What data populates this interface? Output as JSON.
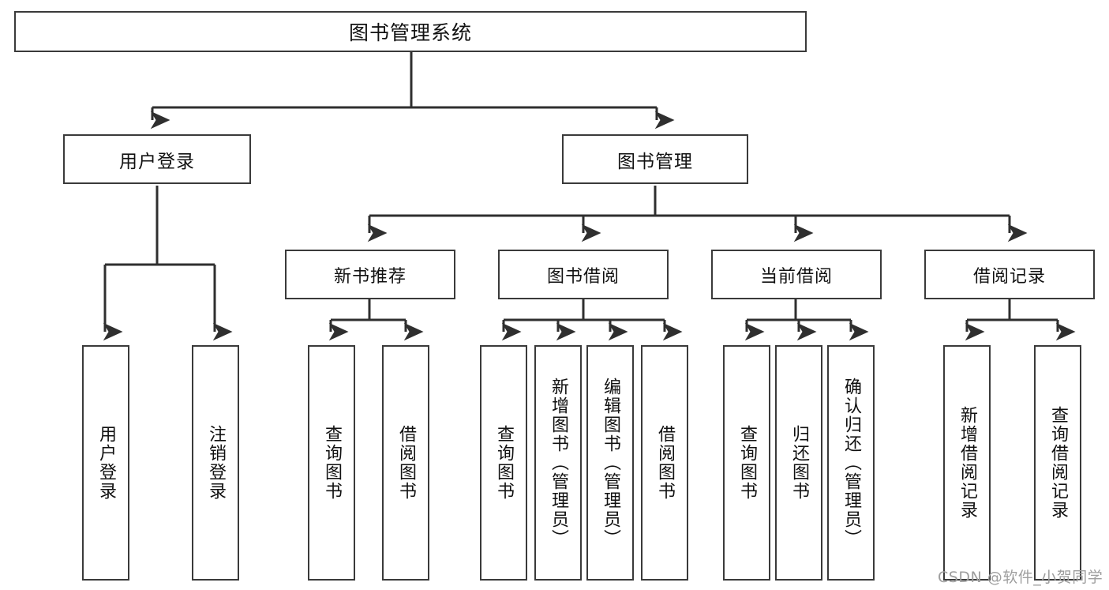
{
  "diagram": {
    "title": "图书管理系统",
    "type": "tree-hierarchy-diagram",
    "watermark": "CSDN @软件_小贺同学",
    "colors": {
      "box_border": "#3a3a3a",
      "box_fill": "#ffffff",
      "edge": "#2f2f2f",
      "text": "#111111",
      "watermark": "#9e9e9e"
    }
  },
  "nodes": {
    "root": {
      "label": "图书管理系统"
    },
    "level1": [
      {
        "id": "user-login",
        "label": "用户登录"
      },
      {
        "id": "book-management",
        "label": "图书管理"
      }
    ],
    "level2": [
      {
        "id": "new-book-recommend",
        "label": "新书推荐"
      },
      {
        "id": "book-borrow",
        "label": "图书借阅"
      },
      {
        "id": "current-borrow",
        "label": "当前借阅"
      },
      {
        "id": "borrow-record",
        "label": "借阅记录"
      }
    ],
    "leaves": {
      "user_login": [
        {
          "id": "leaf-user-login",
          "label": "用户登录"
        },
        {
          "id": "leaf-logout-login",
          "label": "注销登录"
        }
      ],
      "new_book_recommend": [
        {
          "id": "leaf-query-book-1",
          "label": "查询图书"
        },
        {
          "id": "leaf-borrow-book-1",
          "label": "借阅图书"
        }
      ],
      "book_borrow": [
        {
          "id": "leaf-query-book-2",
          "label": "查询图书"
        },
        {
          "id": "leaf-add-book",
          "label": "新增图书（管理员）"
        },
        {
          "id": "leaf-edit-book",
          "label": "编辑图书（管理员）"
        },
        {
          "id": "leaf-borrow-book-2",
          "label": "借阅图书"
        }
      ],
      "current_borrow": [
        {
          "id": "leaf-query-book-3",
          "label": "查询图书"
        },
        {
          "id": "leaf-return-book",
          "label": "归还图书"
        },
        {
          "id": "leaf-confirm-return",
          "label": "确认归还（管理员）"
        }
      ],
      "borrow_record": [
        {
          "id": "leaf-add-record",
          "label": "新增借阅记录"
        },
        {
          "id": "leaf-query-record",
          "label": "查询借阅记录"
        }
      ]
    }
  }
}
